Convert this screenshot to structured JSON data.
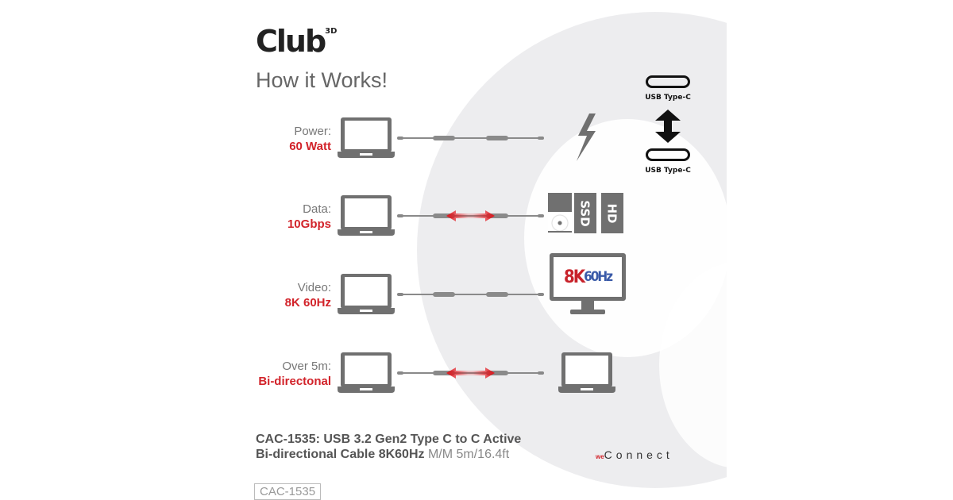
{
  "brand": {
    "logo": "Club",
    "logo_sup": "3D"
  },
  "title": "How it Works!",
  "rows": [
    {
      "label": "Power:",
      "value": "60 Watt",
      "arrows": false,
      "device": "lightning-icon"
    },
    {
      "label": "Data:",
      "value": "10Gbps",
      "arrows": true,
      "device": "storage-icons",
      "ssd": "SSD",
      "hd": "HD"
    },
    {
      "label": "Video:",
      "value": "8K 60Hz",
      "arrows": false,
      "device": "monitor-icon",
      "screen_a": "8K",
      "screen_b": "60Hz"
    },
    {
      "label": "Over 5m:",
      "value": "Bi-directonal",
      "arrows": true,
      "device": "laptop-icon"
    }
  ],
  "usb": {
    "top": "USB Type-C",
    "bottom": "USB Type-C"
  },
  "footer": {
    "line1": "CAC-1535: USB 3.2 Gen2 Type C to C Active",
    "line2_bold": "Bi-directional Cable 8K60Hz",
    "line2_light": " M/M 5m/16.4ft"
  },
  "connect": {
    "we": "we",
    "text": "Connect"
  },
  "code": "CAC-1535",
  "colors": {
    "accent": "#d2232a",
    "gray": "#666666",
    "bg_circle": "#ededef"
  }
}
